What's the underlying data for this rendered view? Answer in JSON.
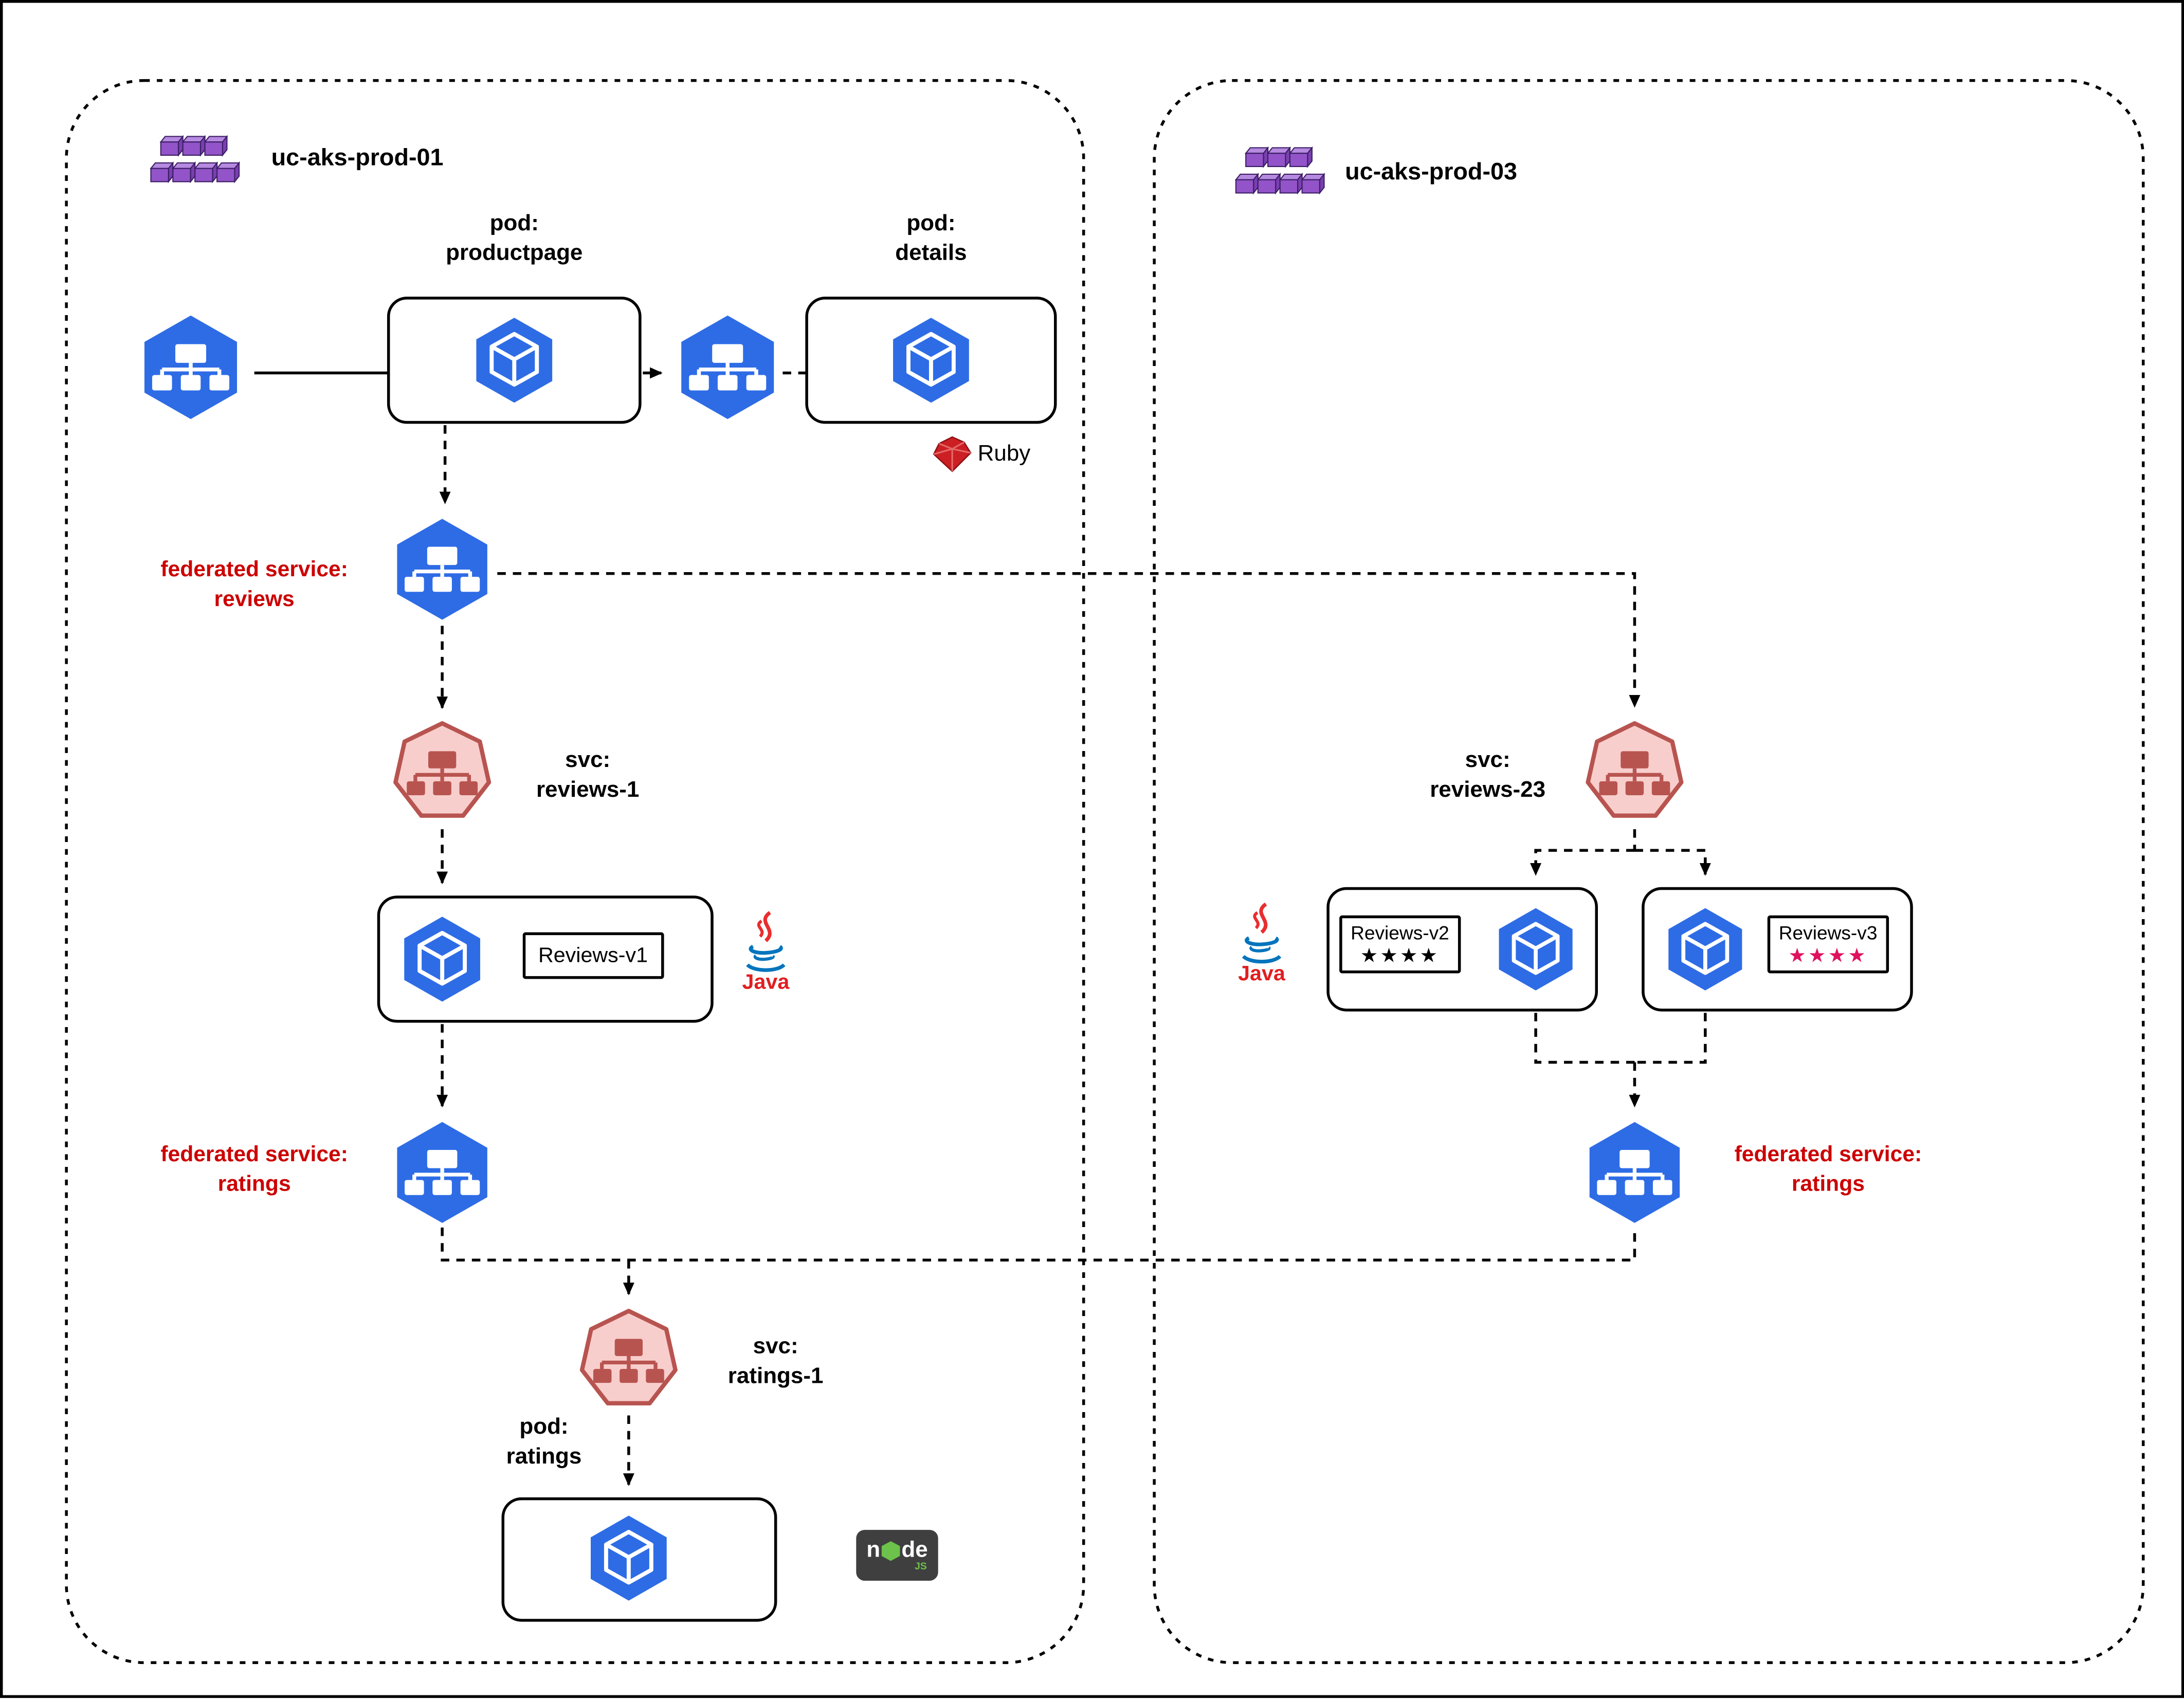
{
  "diagram": {
    "clusters": [
      {
        "name": "uc-aks-prod-01"
      },
      {
        "name": "uc-aks-prod-03"
      }
    ],
    "nodes": {
      "productpage": {
        "line1": "pod:",
        "line2": "productpage"
      },
      "details": {
        "line1": "pod:",
        "line2": "details"
      },
      "ruby": "Ruby",
      "federated_reviews": {
        "line1": "federated service:",
        "line2": "reviews"
      },
      "svc_reviews_1": {
        "line1": "svc:",
        "line2": "reviews-1"
      },
      "reviews_v1": "Reviews-v1",
      "java": "Java",
      "federated_ratings_left": {
        "line1": "federated service:",
        "line2": "ratings"
      },
      "svc_ratings_1": {
        "line1": "svc:",
        "line2": "ratings-1"
      },
      "ratings_pod": {
        "line1": "pod:",
        "line2": "ratings"
      },
      "nodejs": {
        "left": "n",
        "right": "de",
        "badge": "JS"
      },
      "svc_reviews_23": {
        "line1": "svc:",
        "line2": "reviews-23"
      },
      "reviews_v2": {
        "label": "Reviews-v2",
        "stars": "★★★★"
      },
      "reviews_v3": {
        "label": "Reviews-v3",
        "stars": "★★★★"
      },
      "federated_ratings_right": {
        "line1": "federated service:",
        "line2": "ratings"
      }
    },
    "icons": [
      "k8s-cluster-icon",
      "k8s-service-icon",
      "k8s-pod-icon",
      "k8s-svc-pink-icon",
      "ruby-icon",
      "java-icon",
      "nodejs-icon"
    ],
    "colors": {
      "k8s_blue": "#2e6ce6",
      "svc_pink_fill": "#f8cecc",
      "svc_pink_stroke": "#b85450",
      "federated_label_red": "#cc0000",
      "cluster_purple": "#9254c8",
      "ruby_red": "#cc1f24",
      "java_red": "#ea2d2e",
      "java_blue": "#0074bd",
      "node_green": "#6cc24a",
      "node_bg": "#3f3f3f",
      "stars_v3_pink": "#e0115f",
      "stars_v2_black": "#000000"
    }
  }
}
